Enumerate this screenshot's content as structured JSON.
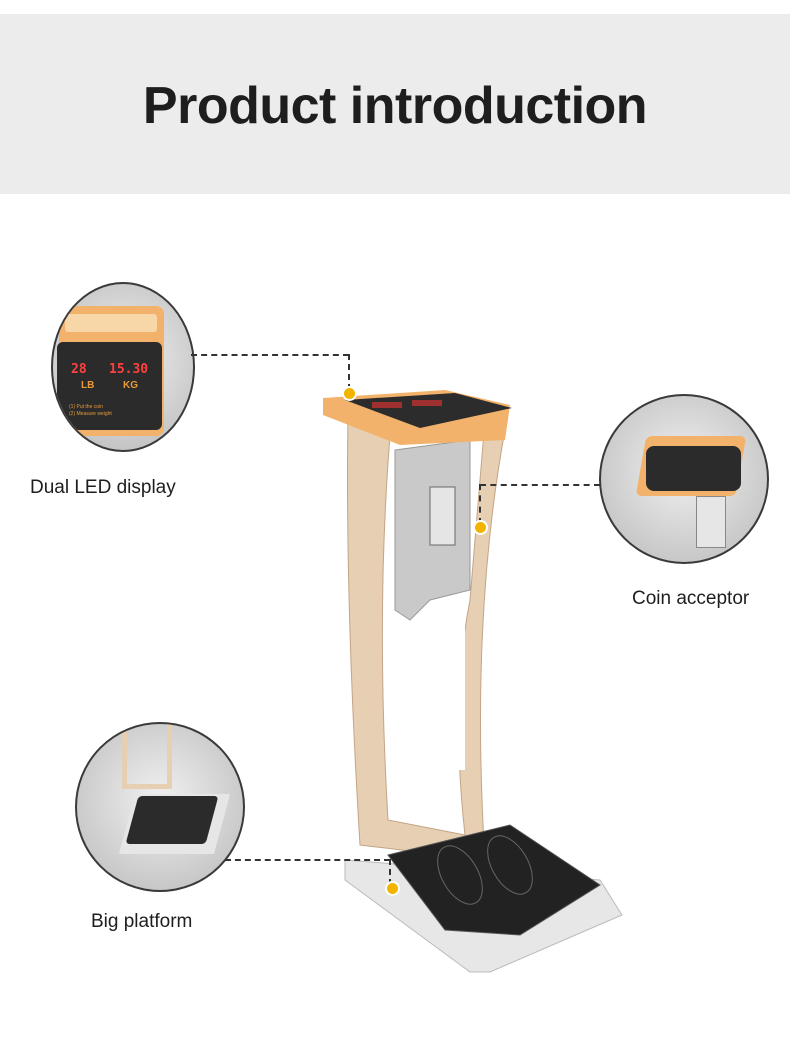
{
  "header": {
    "title": "Product introduction"
  },
  "features": [
    {
      "label": "Dual LED display",
      "icon": "led-display-icon"
    },
    {
      "label": "Coin acceptor",
      "icon": "coin-acceptor-icon"
    },
    {
      "label": "Big platform",
      "icon": "platform-icon"
    }
  ],
  "display": {
    "lb_value": "28",
    "kg_value": "15.30",
    "lb_unit": "LB",
    "kg_unit": "KG",
    "step1": "(1) Put the coin",
    "step2": "(2) Measure weight"
  },
  "colors": {
    "accent": "#f3b400",
    "orange": "#f2b26b",
    "banner": "#ececec"
  }
}
